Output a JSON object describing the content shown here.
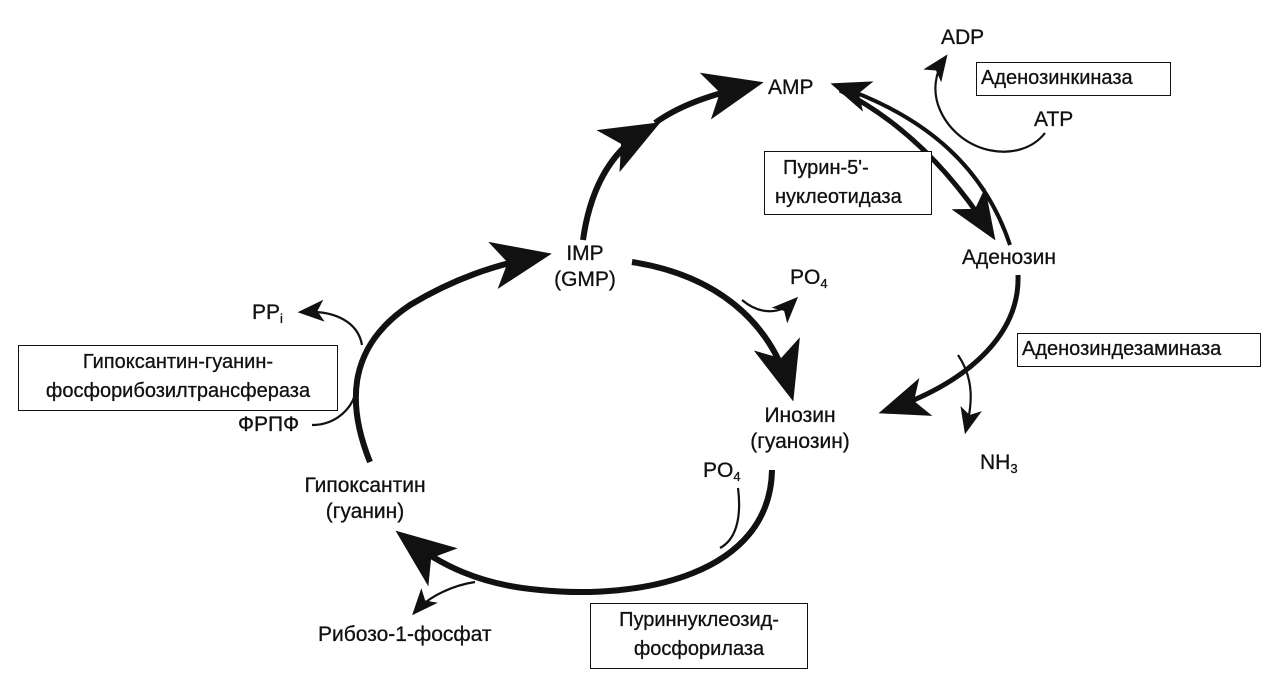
{
  "metabolites": {
    "amp": "AMP",
    "adp": "ADP",
    "atp": "ATP",
    "imp": "IMP",
    "gmp": "(GMP)",
    "adenosine": "Аденозин",
    "inosine": "Инозин",
    "guanosine": "(гуанозин)",
    "hypoxanthine": "Гипоксантин",
    "guanine": "(гуанин)",
    "ribose_1_phosphate": "Рибозо-1-фосфат",
    "prpp": "ФРПФ",
    "pp_i_main": "PP",
    "pp_i_sub": "i",
    "po4_upper_main": "PO",
    "po4_upper_sub": "4",
    "po4_lower_main": "PO",
    "po4_lower_sub": "4",
    "nh3_main": "NH",
    "nh3_sub": "3"
  },
  "enzymes": {
    "adenosine_kinase": "Аденозинкиназа",
    "purine_5_nucleotidase_line1": "Пурин-5'-",
    "purine_5_nucleotidase_line2": "нуклеотидаза",
    "adenosine_deaminase": "Аденозиндезаминаза",
    "hgprt_line1": "Гипоксантин-гуанин-",
    "hgprt_line2": "фосфорибозилтрансфераза",
    "pnp_line1": "Пуриннуклеозид-",
    "pnp_line2": "фосфорилаза"
  }
}
